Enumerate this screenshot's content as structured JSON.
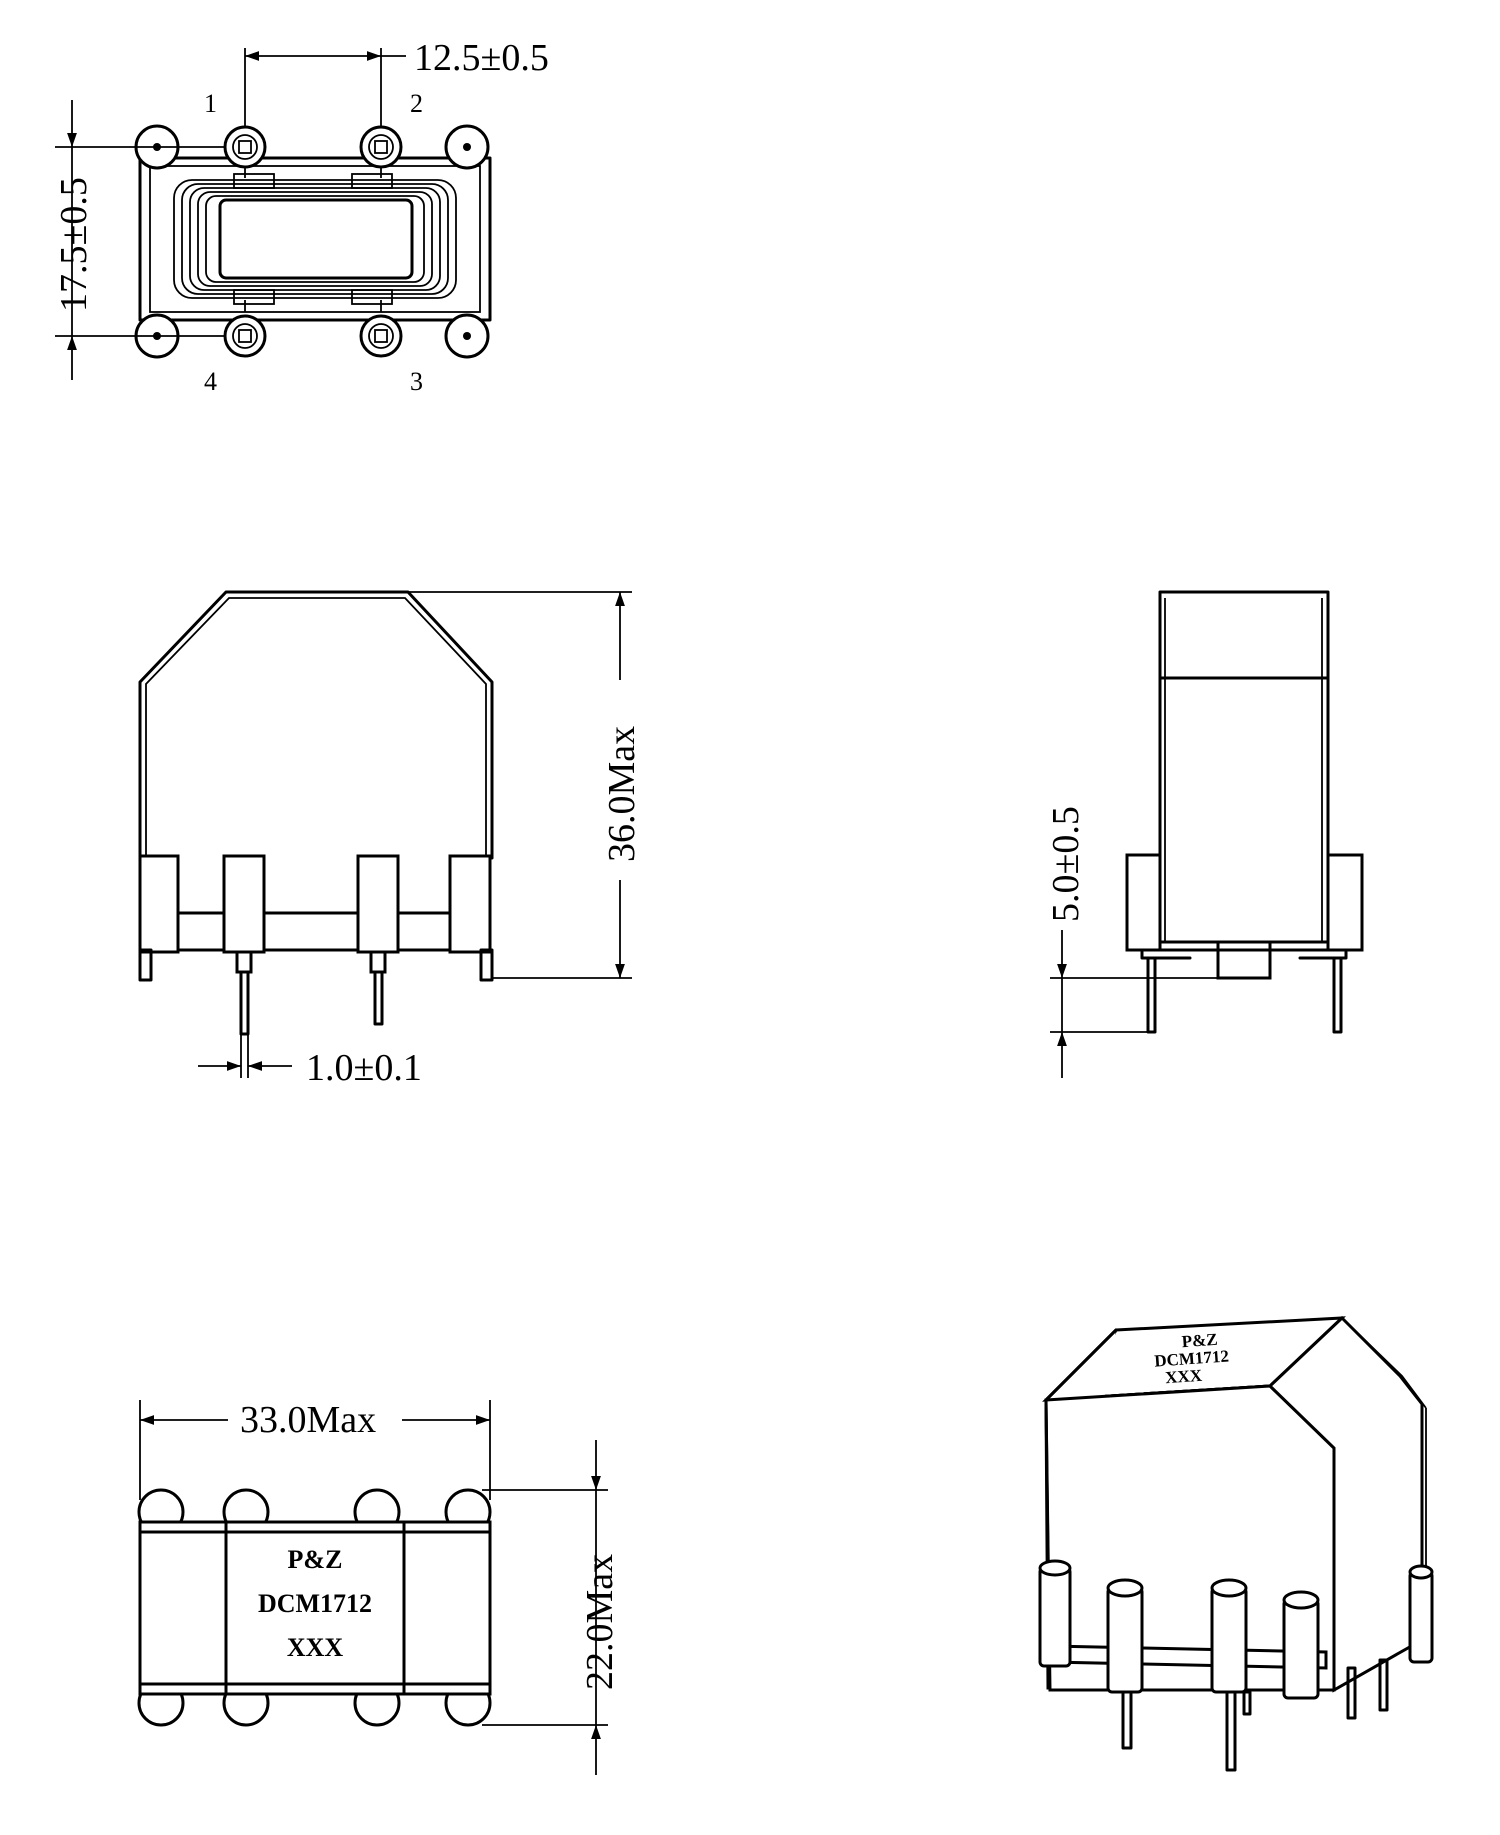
{
  "dimensions": {
    "pin_pitch": "12.5±0.5",
    "row_spacing": "17.5±0.5",
    "height": "36.0Max",
    "pin_diameter": "1.0±0.1",
    "pin_length": "5.0±0.5",
    "length": "33.0Max",
    "width": "22.0Max"
  },
  "pins": [
    "1",
    "2",
    "3",
    "4"
  ],
  "marking": {
    "brand": "P&Z",
    "part_number": "DCM1712",
    "code": "XXX"
  }
}
